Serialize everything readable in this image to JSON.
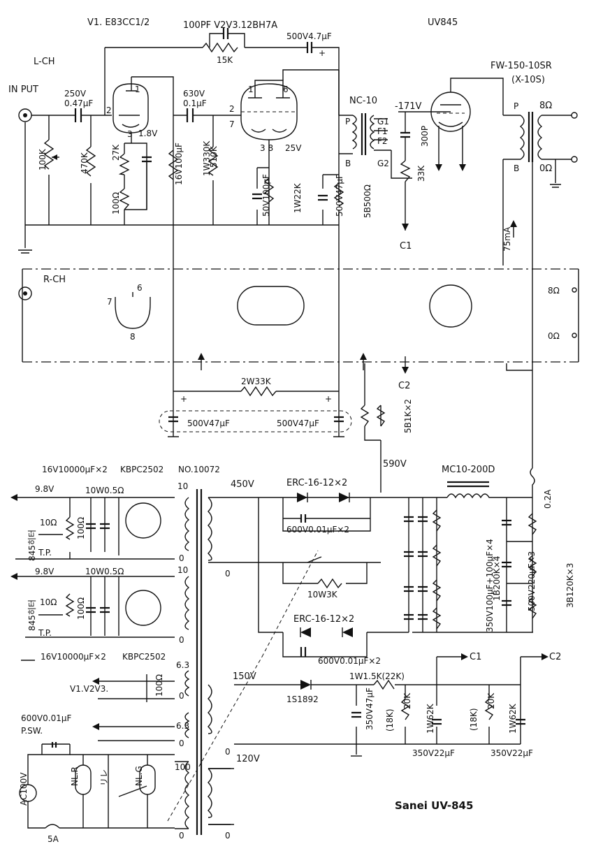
{
  "labels": {
    "v1_tube": "V1. E83CC1/2",
    "v2v3": "100PF V2V3.12BH7A",
    "out_tube": "UV845",
    "out_xfmr": "FW-150-10SR",
    "out_xfmr_alt": "(X-10S)",
    "lch": "L-CH",
    "input": "IN PUT",
    "rch": "R-CH",
    "r_fb": "15K",
    "c_fb": "500V4.7μF",
    "c_in_v": "250V",
    "c_in": "0.47μF",
    "c_cpl_v": "630V",
    "c_cpl": "0.1μF",
    "vr_in": "100K",
    "r_470k": "470K",
    "r_27k": "27K",
    "v_k1": "1.8V",
    "c_k1": "16V100μF",
    "r_100": "100Ω",
    "r_330k": "1W330K",
    "r_510k": "510K",
    "c_k2": "50V100μF",
    "r_22k": "1W22K",
    "v_k2": "25V",
    "c_500_47": "500V47μF",
    "r_5b500": "5B500Ω",
    "nc10": "NC-10",
    "neg171": "-171V",
    "c_300p": "300P",
    "r_33k": "33K",
    "c1": "C1",
    "c2": "C2",
    "i_75ma": "75mA",
    "o_8": "8Ω",
    "o_0": "0Ω",
    "pin1": "1",
    "pin2": "2",
    "pin3": "3",
    "pin6": "6",
    "pin7": "7",
    "pin8": "8",
    "pin38": "3 8",
    "pin_p": "P",
    "pin_b": "B",
    "g1": "G1",
    "f1": "F1",
    "f2": "F2",
    "g2": "G2",
    "r_2w33k": "2W33K",
    "c_500_47b": "500V47μF",
    "r_5b1k": "5B1K×2",
    "v_590": "590V",
    "mc10": "MC10-200D",
    "v_450": "450V",
    "erc": "ERC-16-12×2",
    "c_600": "600V0.01μF×2",
    "r_10w3k": "10W3K",
    "c_350": "350V100μF+100μF×4",
    "r_1b200k": "1B200K×4",
    "c_500_220": "500V220μF×3",
    "r_3b120k": "3B120K×3",
    "fuse_02": "0.2A",
    "c_16v_10000": "16V10000μF×2",
    "kbpc": "KBPC2502",
    "no": "NO.10072",
    "v_98": "9.8V",
    "r_10w05": "10W0.5Ω",
    "r_10": "10Ω",
    "r_100b": "100Ω",
    "heater": "845히터",
    "tp": "T.P.",
    "tap_10": "10",
    "tap_0": "0",
    "tap_63": "6.3",
    "tap_100": "100",
    "v1v2v3": "V1.V2V3.",
    "c_600_sw": "600V0.01μF",
    "psw": "P.SW.",
    "ac100": "AC100V",
    "nlr": "NL.R",
    "nlg": "NL.G",
    "relay": "リレ",
    "fuse_5a": "5A",
    "v_150": "150V",
    "v_120": "120V",
    "d_1s1892": "1S1892",
    "r_1w15k": "1W1.5K(22K)",
    "c_350_47": "350V47μF",
    "r_18k": "(18K)",
    "r_1w62k": "1W62K",
    "vr_20k": "20K",
    "c_350_22": "350V22μF",
    "brand": "Sanei UV-845"
  },
  "colors": {
    "ink": "#111111",
    "paper": "#ffffff"
  }
}
